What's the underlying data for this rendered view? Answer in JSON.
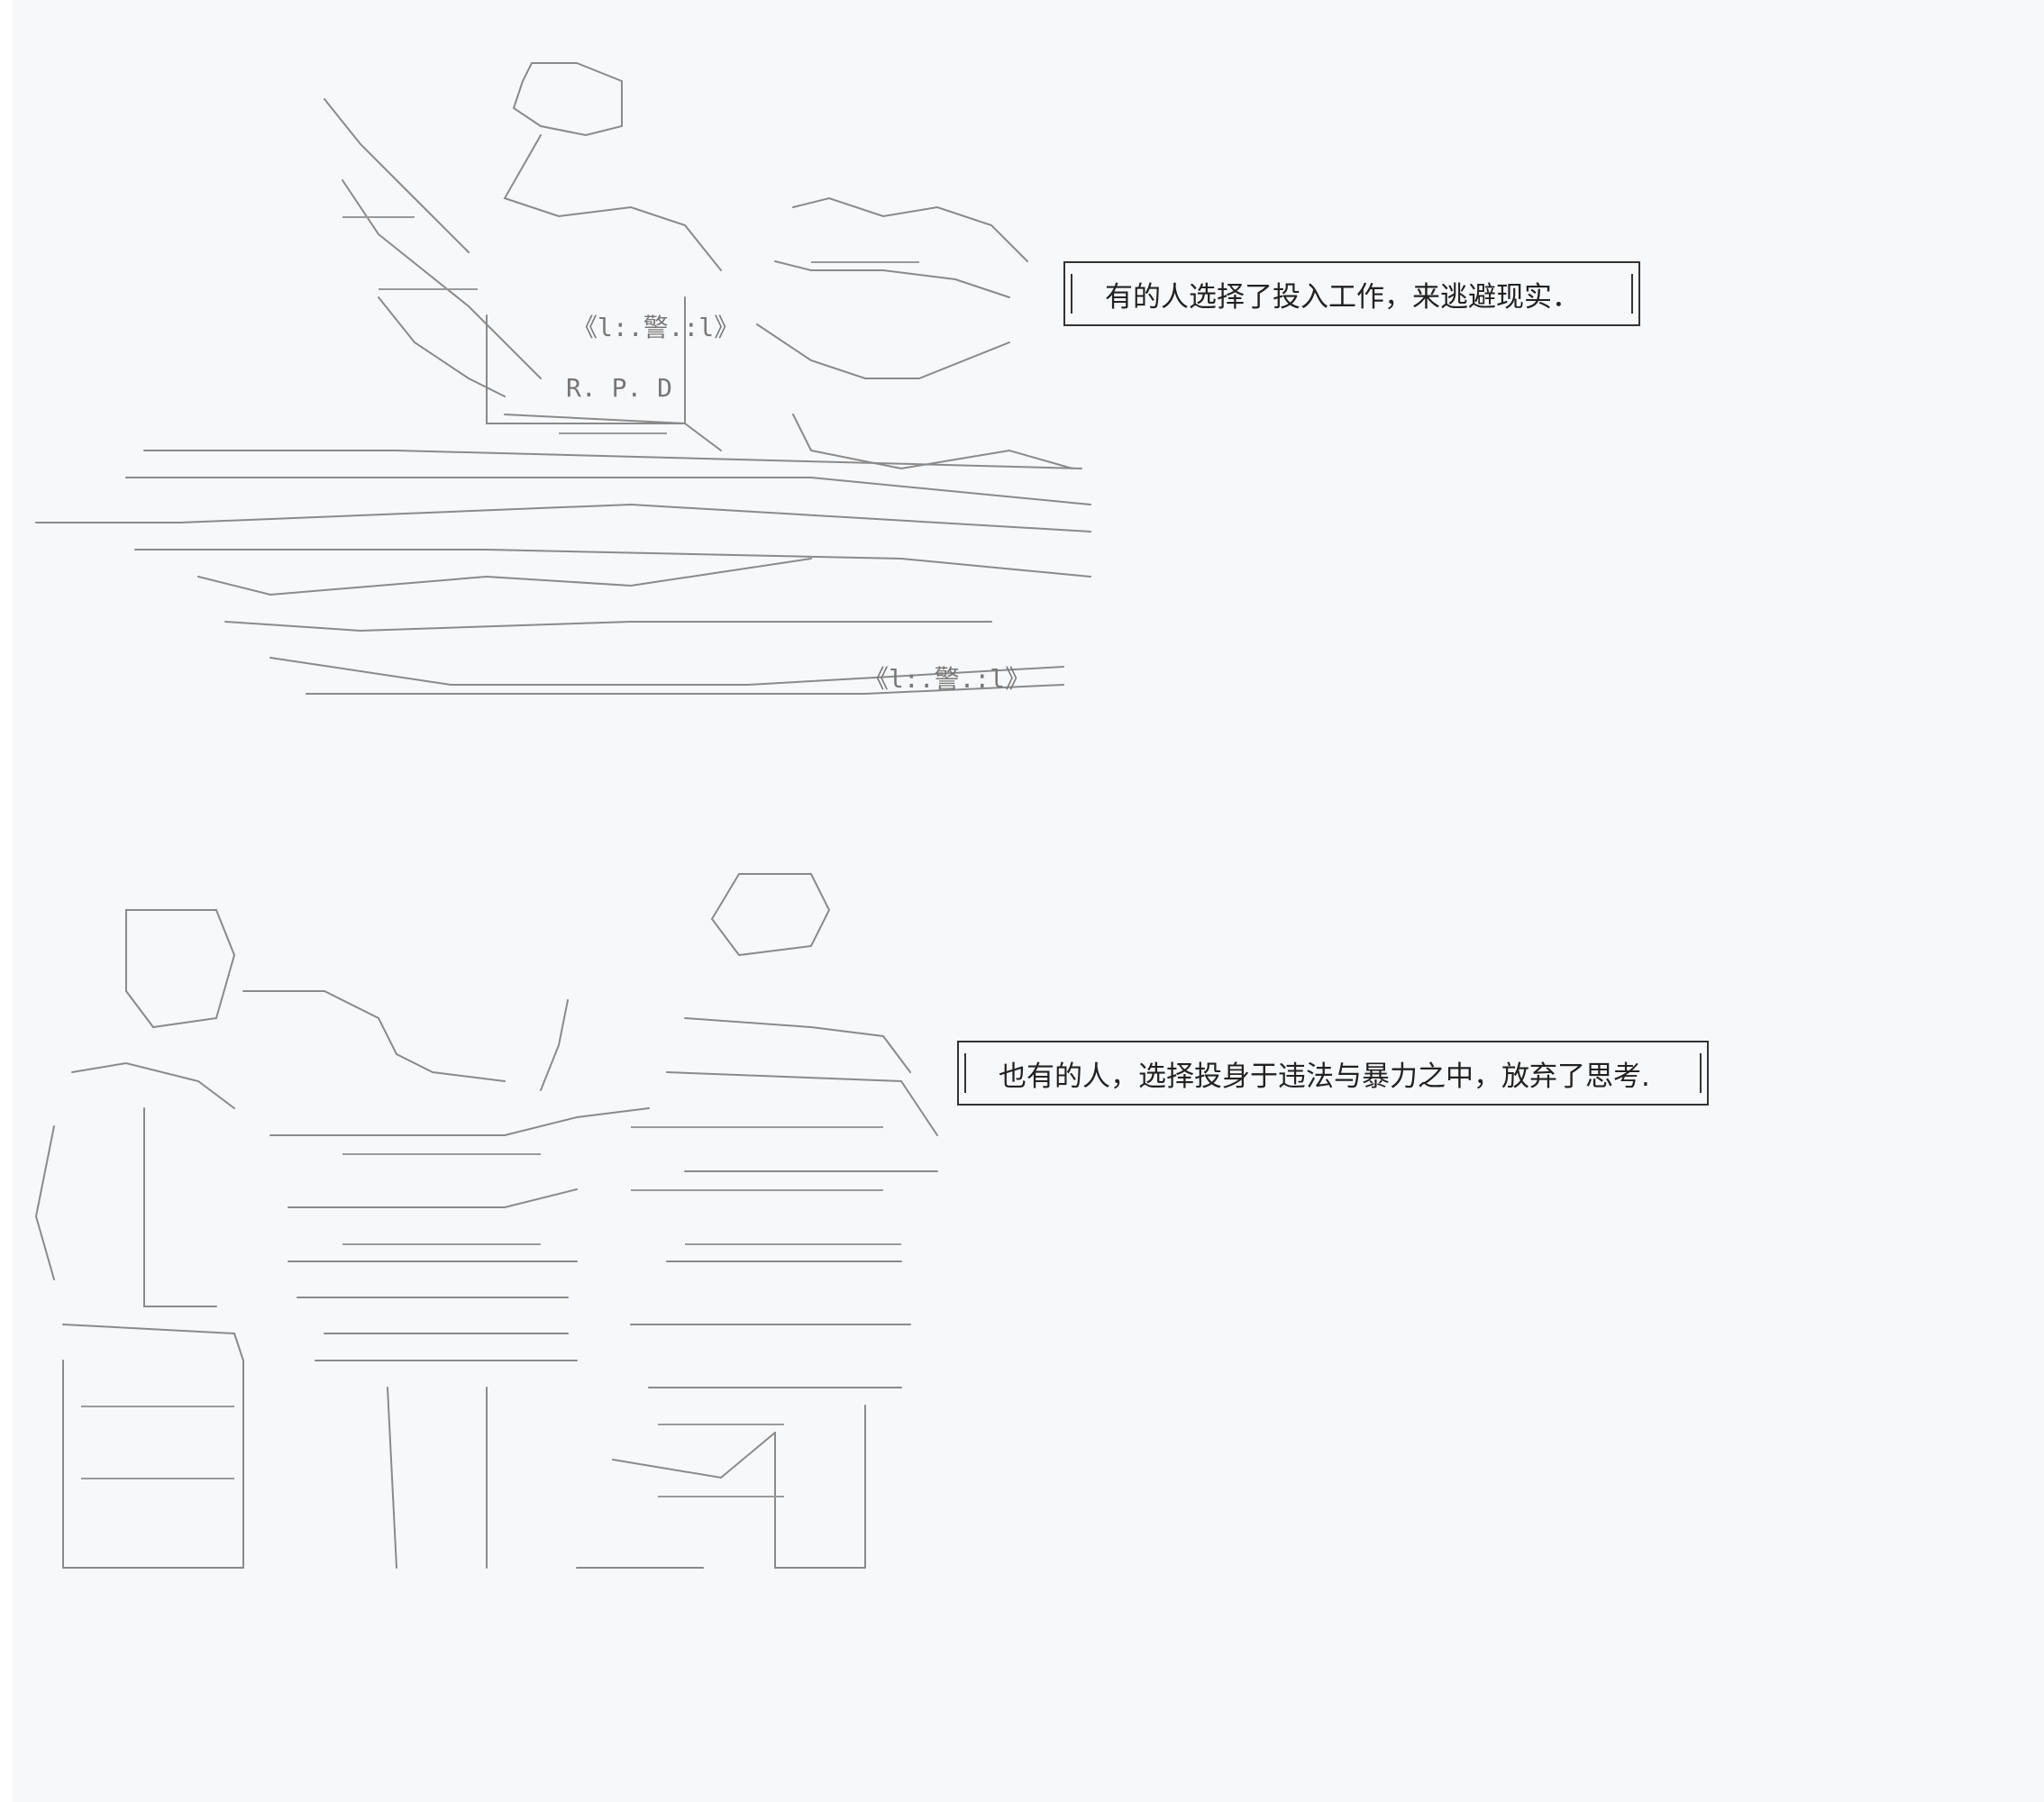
{
  "captions": {
    "top": "有的人选择了投入工作，来逃避现实．",
    "bottom": "也有的人，选择投身于违法与暴力之中，放弃了思考."
  },
  "art_labels": {
    "badge_1": "《l:.警.:l》",
    "badge_2": "《l:.警.:l》",
    "rpd": "R. P. D"
  }
}
